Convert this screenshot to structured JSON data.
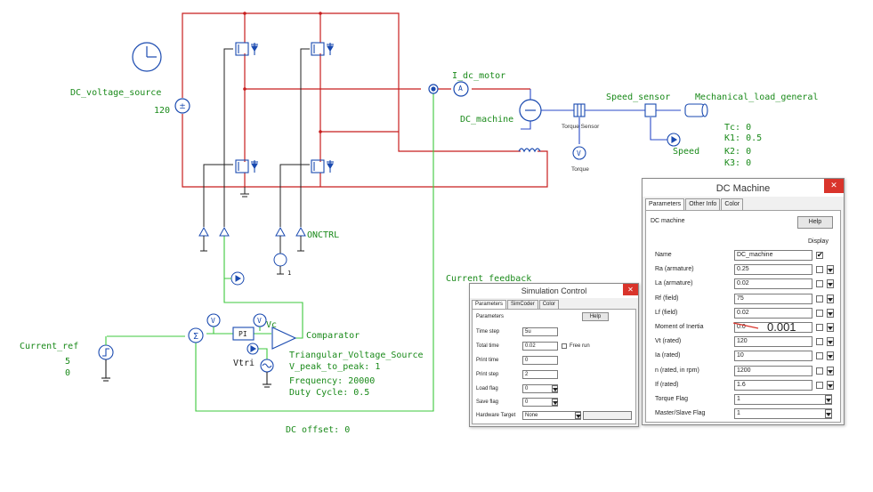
{
  "schematic": {
    "dc_voltage_source_name": "DC_voltage_source",
    "dc_voltage_value": "120",
    "current_sensor_name": "I_dc_motor",
    "current_sensor_symbol": "A",
    "dc_machine_name": "DC_machine",
    "torque_sensor_name": "Torque Sensor",
    "torque_probe_label": "Torque",
    "voltmeter_symbol": "V",
    "speed_sensor_name": "Speed_sensor",
    "speed_label": "Speed",
    "mechanical_load_name": "Mechanical_load_general",
    "mechanical_load_params": [
      "Tc: 0",
      "K1: 0.5",
      "K2: 0",
      "K3: 0"
    ],
    "current_feedback_label": "Current feedback",
    "current_ref_name": "Current_ref",
    "current_ref_values": [
      "5",
      "0"
    ],
    "pi_label": "PI",
    "vc_label": "Vc",
    "vtri_label": "Vtri",
    "comparator_label": "Comparator",
    "oncontrol_label": "ONCTRL",
    "small_dc_value": "1",
    "triangular_source_params": [
      "Triangular_Voltage_Source",
      "V_peak_to_peak: 1",
      "Frequency: 20000",
      "Duty Cycle: 0.5"
    ],
    "dc_offset_label": "DC offset: 0"
  },
  "simulation_control": {
    "title": "Simulation Control",
    "close_symbol": "✕",
    "tabs": [
      "Parameters",
      "SimCoder",
      "Color"
    ],
    "section_label": "Parameters",
    "help_label": "Help",
    "rows": [
      {
        "label": "Time step",
        "value": "5u"
      },
      {
        "label": "Total time",
        "value": "0.02"
      },
      {
        "label": "Print time",
        "value": "0"
      },
      {
        "label": "Print step",
        "value": "2"
      },
      {
        "label": "Load flag",
        "value": "0"
      },
      {
        "label": "Save flag",
        "value": "0"
      },
      {
        "label": "Hardware Target",
        "value": "None"
      }
    ],
    "free_run_label": "Free run"
  },
  "dc_machine_dialog": {
    "title": "DC Machine",
    "close_symbol": "✕",
    "tabs": [
      "Parameters",
      "Other Info",
      "Color"
    ],
    "section_label": "DC machine",
    "help_label": "Help",
    "display_header": "Display",
    "rows": [
      {
        "label": "Name",
        "value": "DC_machine",
        "display_checked": true
      },
      {
        "label": "Ra (armature)",
        "value": "0.25",
        "display_checked": false
      },
      {
        "label": "La (armature)",
        "value": "0.02",
        "display_checked": false
      },
      {
        "label": "Rf (field)",
        "value": "75",
        "display_checked": false
      },
      {
        "label": "Lf (field)",
        "value": "0.02",
        "display_checked": false
      },
      {
        "label": "Moment of Inertia",
        "value": "0.0",
        "display_checked": false
      },
      {
        "label": "Vt (rated)",
        "value": "120",
        "display_checked": false
      },
      {
        "label": "Ia (rated)",
        "value": "10",
        "display_checked": false
      },
      {
        "label": "n (rated, in rpm)",
        "value": "1200",
        "display_checked": false
      },
      {
        "label": "If (rated)",
        "value": "1.6",
        "display_checked": false
      },
      {
        "label": "Torque Flag",
        "value": "1",
        "display_checked": null
      },
      {
        "label": "Master/Slave Flag",
        "value": "1",
        "display_checked": null
      }
    ],
    "annotation": "0.001"
  },
  "colors": {
    "power_wire": "#c81e1e",
    "control_wire": "#3cc83c",
    "mech_wire": "#2a4ac8",
    "component": "#1a4ab0",
    "label_green": "#1a8a1a",
    "close_red": "#d9342b"
  }
}
